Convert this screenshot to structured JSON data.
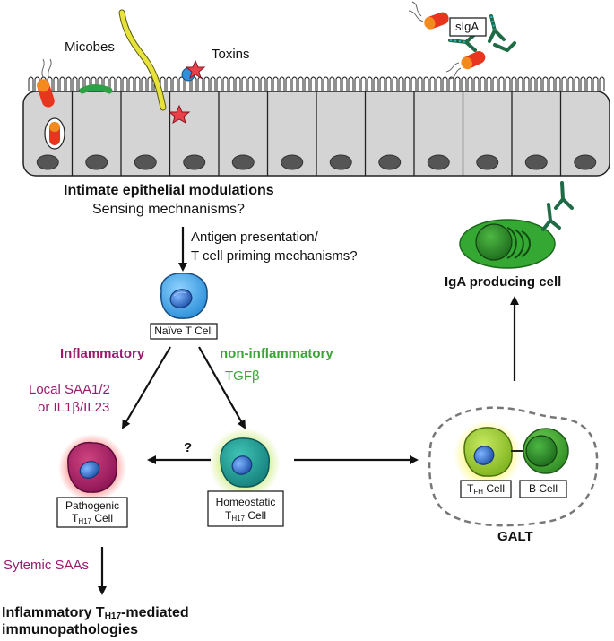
{
  "epithelium": {
    "microbes_label": "Micobes",
    "toxins_label": "Toxins",
    "siga_label": "sIgA",
    "title": "Intimate epithelial modulations",
    "subtitle": "Sensing mechnanisms?"
  },
  "antigen": {
    "line1": "Antigen presentation/",
    "line2": "T cell priming mechanisms?"
  },
  "naive": {
    "label": "Naïve T Cell"
  },
  "branches": {
    "inflammatory": "Inflammatory",
    "noninflammatory": "non-inflammatory",
    "tgfb": "TGFβ",
    "local1": "Local SAA1/2",
    "local2": "or IL1β/IL23"
  },
  "pathogenic": {
    "line1": "Pathogenic",
    "t": "T",
    "sub": "H17",
    "suffix": " Cell"
  },
  "homeostatic": {
    "line1": "Homeostatic",
    "t": "T",
    "sub": "H17",
    "suffix": " Cell"
  },
  "question": "?",
  "galt": {
    "label": "GALT",
    "tfh_t": "T",
    "tfh_sub": "FH",
    "tfh_suffix": " Cell",
    "bcell": "B Cell"
  },
  "iga": {
    "label": "IgA producing cell"
  },
  "systemic": "Sytemic SAAs",
  "outcome": {
    "line1_pre": "Inflammatory T",
    "line1_sub": "H17",
    "line1_post": "-mediated",
    "line2": "immunopathologies"
  },
  "colors": {
    "inflammatory": "#9b1a6e",
    "noninflammatory": "#3aa535",
    "cell_gray": "#d4d4d4",
    "naive_blue": "#3aa0e0",
    "pathogenic": "#a51c6a",
    "homeostatic": "#1fa39a",
    "green_cell": "#3a9c2a",
    "tfh": "#9ecb33"
  }
}
